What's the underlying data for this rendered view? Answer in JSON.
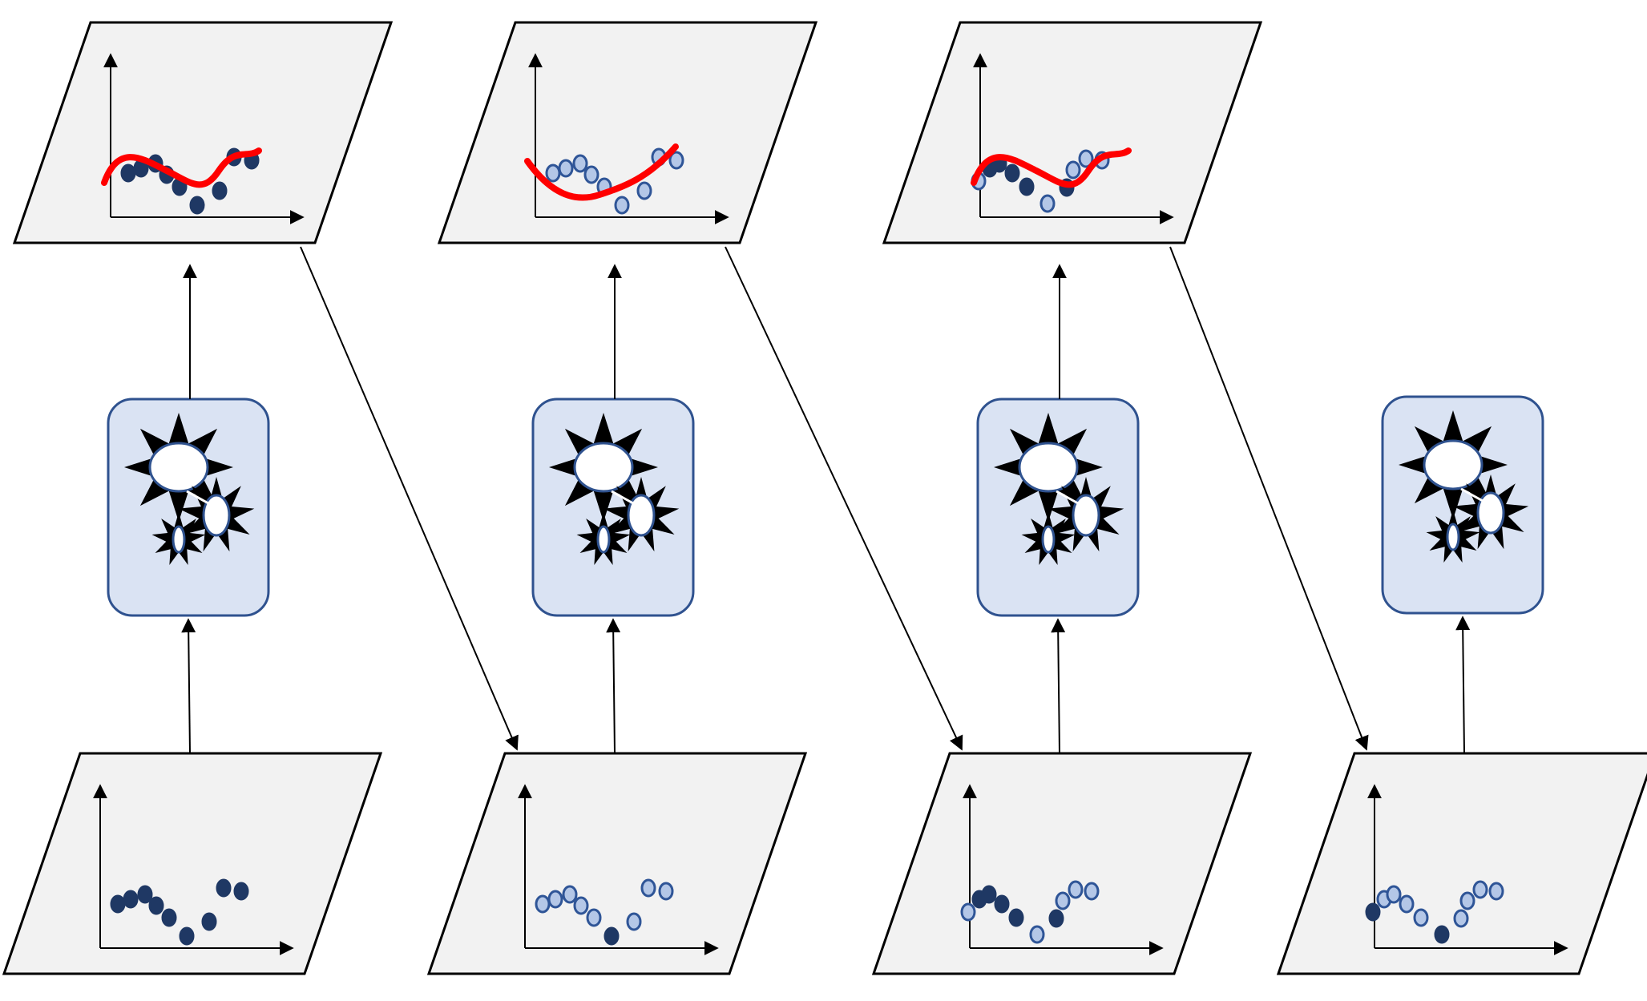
{
  "diagram": {
    "kind": "sequential-boosting-illustration",
    "colors": {
      "panel_fill": "#f2f2f2",
      "panel_stroke": "#000000",
      "box_fill": "#dae3f3",
      "box_stroke": "#2f528f",
      "point_dark": "#1f3864",
      "point_light_fill": "#b4c7e7",
      "point_light_stroke": "#2f5597",
      "fit_curve": "#ff0000",
      "arrow": "#000000"
    },
    "icons": {
      "learner": "gears-icon",
      "axes": "xy-axes-icon"
    },
    "stages": [
      {
        "stage": 1,
        "input_points": [
          "dark",
          "dark",
          "dark",
          "dark",
          "dark",
          "dark",
          "dark",
          "dark",
          "dark"
        ],
        "output_points": [
          "dark",
          "dark",
          "dark",
          "dark",
          "dark",
          "dark",
          "dark",
          "dark",
          "dark"
        ],
        "has_fit_curve": true
      },
      {
        "stage": 2,
        "input_points": [
          "light",
          "light",
          "light",
          "light",
          "light",
          "dark",
          "light",
          "light",
          "light"
        ],
        "output_points": [
          "light",
          "light",
          "light",
          "light",
          "light",
          "light",
          "light",
          "light",
          "light"
        ],
        "has_fit_curve": true
      },
      {
        "stage": 3,
        "input_points": [
          "light",
          "dark",
          "dark",
          "dark",
          "dark",
          "light",
          "dark",
          "light",
          "light",
          "light"
        ],
        "output_points": [
          "light",
          "dark",
          "dark",
          "dark",
          "dark",
          "light",
          "dark",
          "light",
          "light",
          "light"
        ],
        "has_fit_curve": true
      },
      {
        "stage": 4,
        "input_points": [
          "dark",
          "light",
          "light",
          "light",
          "light",
          "dark",
          "light",
          "light",
          "light",
          "light"
        ],
        "output_points": [],
        "has_fit_curve": false
      }
    ]
  }
}
